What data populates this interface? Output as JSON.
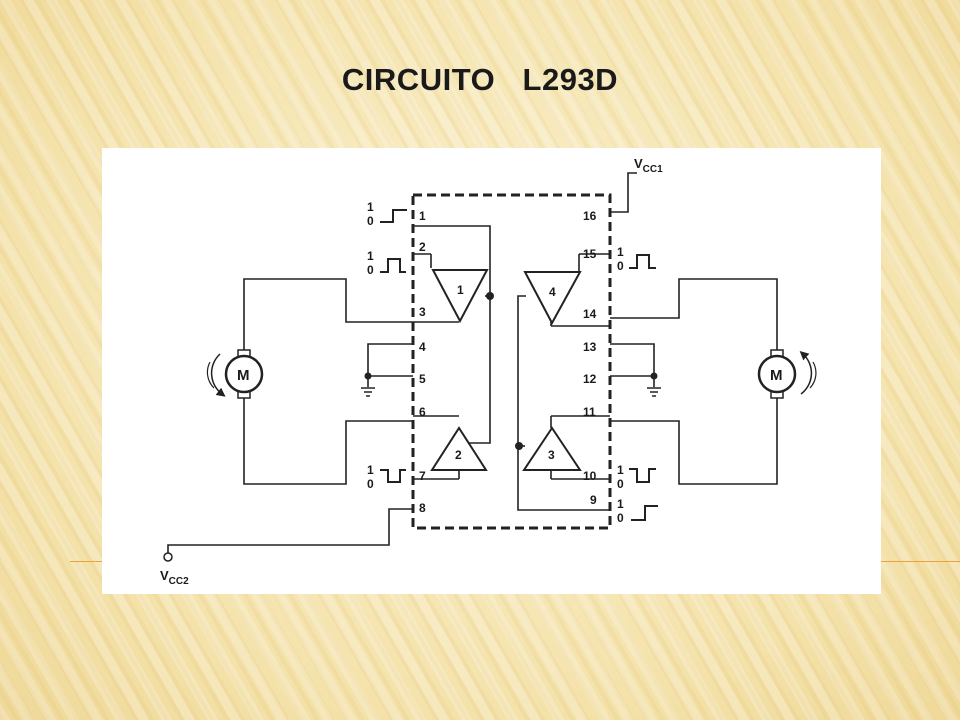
{
  "title": "CIRCUITO   L293D",
  "diagram": {
    "vcc1": {
      "v": "V",
      "sub": "CC1"
    },
    "vcc2": {
      "v": "V",
      "sub": "CC2"
    },
    "motor_label": "M",
    "pins": [
      "1",
      "2",
      "3",
      "4",
      "5",
      "6",
      "7",
      "8",
      "9",
      "10",
      "11",
      "12",
      "13",
      "14",
      "15",
      "16"
    ],
    "drivers": [
      "1",
      "2",
      "3",
      "4"
    ],
    "logic": {
      "high": "1",
      "low": "0"
    }
  }
}
